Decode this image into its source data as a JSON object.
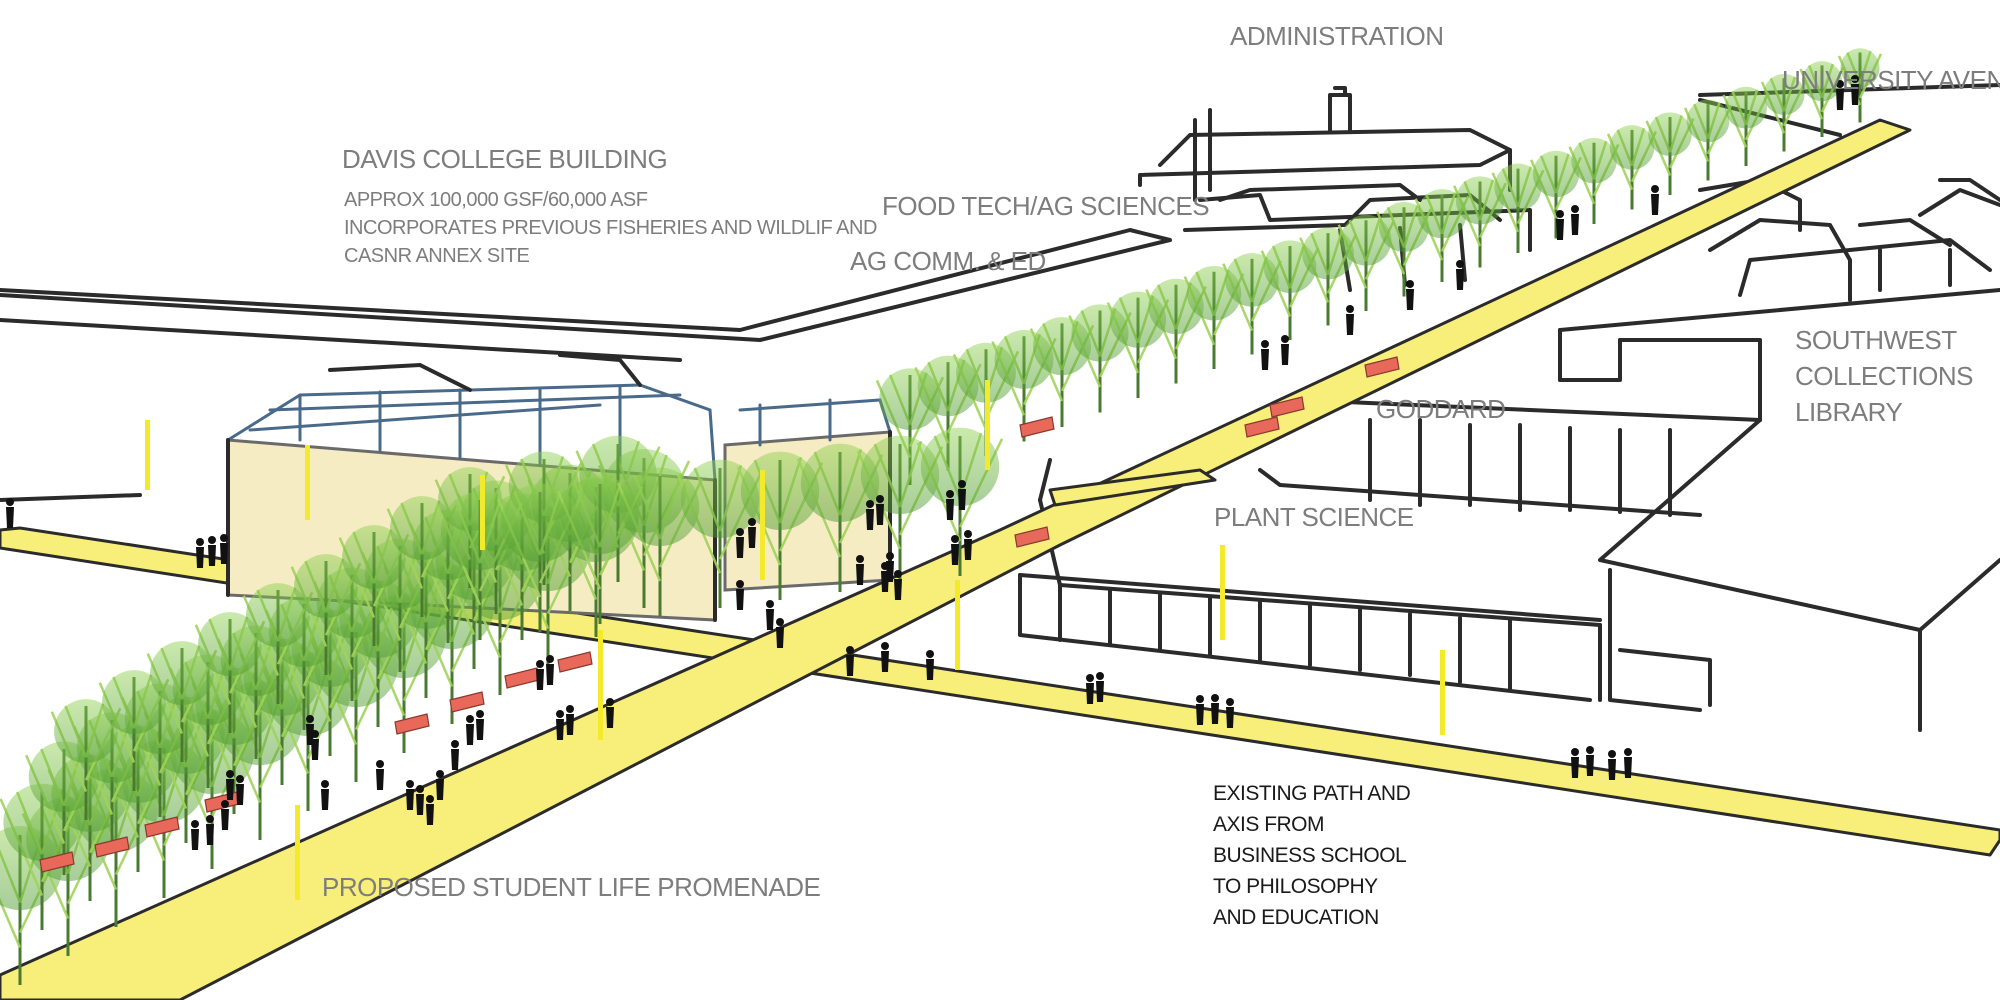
{
  "labels": {
    "administration": "ADMINISTRATION",
    "university_avenue": "UNIVERSITY AVENUE",
    "davis_college": {
      "title": "DAVIS COLLEGE BUILDING",
      "lines": [
        "APPROX 100,000 GSF/60,000 ASF",
        "INCORPORATES PREVIOUS FISHERIES AND WILDLIF AND",
        "CASNR ANNEX SITE"
      ]
    },
    "food_tech": "FOOD TECH/AG SCIENCES",
    "ag_comm": "AG COMM. & ED",
    "southwest_collections": [
      "SOUTHWEST",
      "COLLECTIONS",
      "LIBRARY"
    ],
    "goddard": "GODDARD",
    "plant_science": "PLANT SCIENCE",
    "existing_path": [
      "EXISTING PATH AND",
      "AXIS FROM",
      "BUSINESS SCHOOL",
      "TO  PHILOSOPHY",
      "AND EDUCATION"
    ],
    "promenade": "PROPOSED STUDENT LIFE PROMENADE"
  },
  "colors": {
    "path_yellow": "#f7ef7a",
    "post_yellow": "#f2ea2a",
    "tree_light": "#9ed35a",
    "tree_dark": "#5fa83a",
    "building_fill": "#f5ecc4",
    "bench_red": "#e8685a",
    "ink": "#2b2b2b",
    "label_gray": "#7d7d7d"
  }
}
